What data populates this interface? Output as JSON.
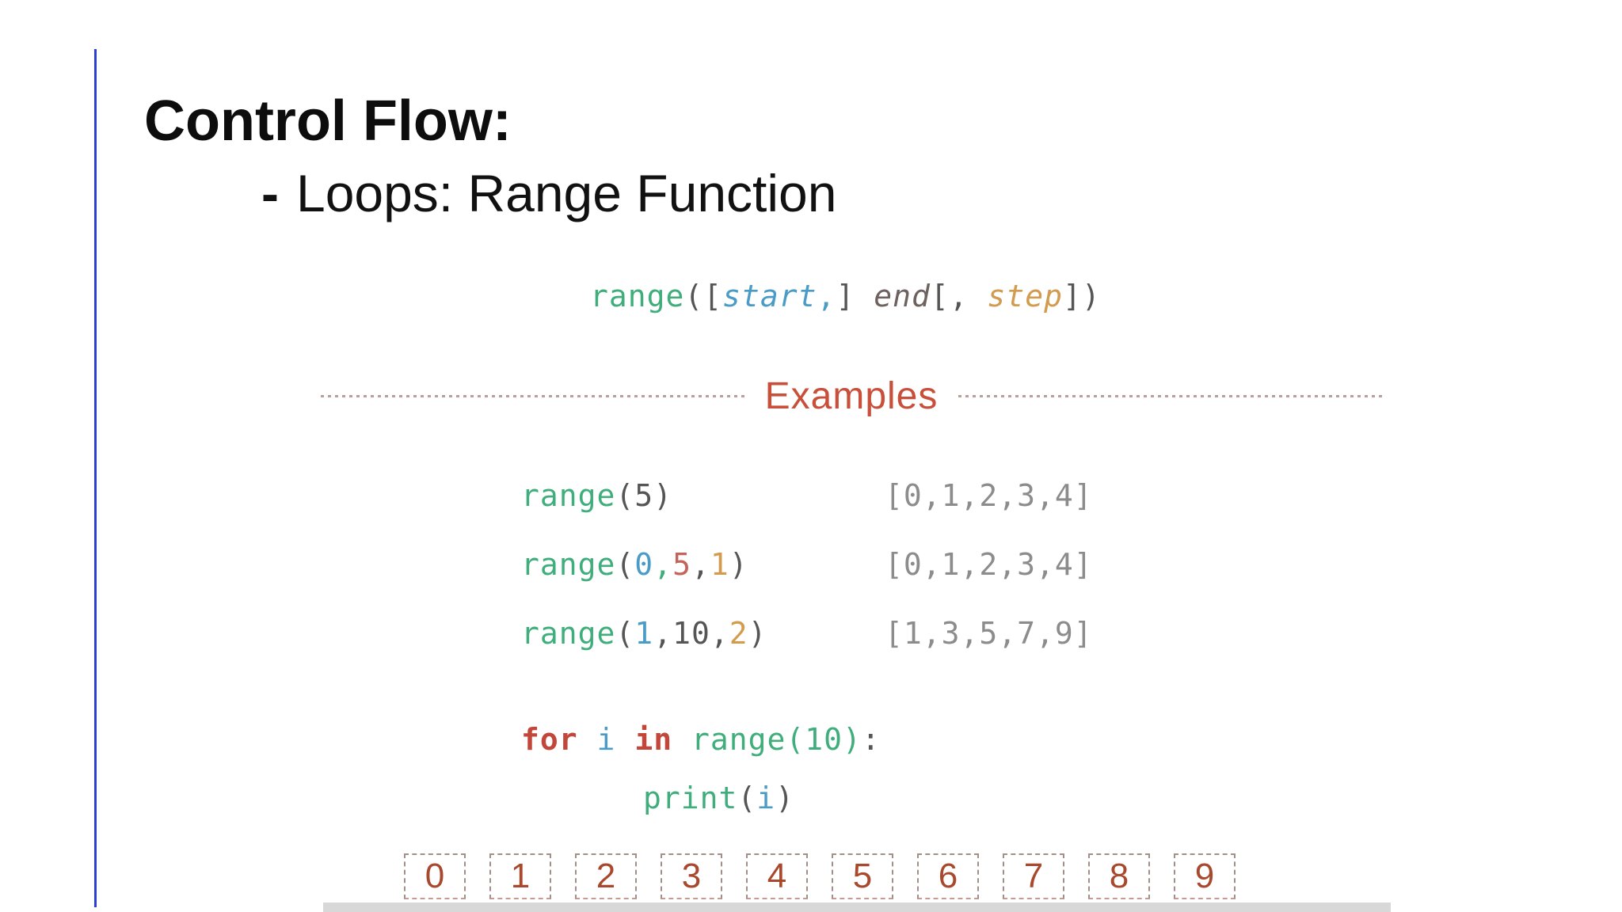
{
  "slide": {
    "title": "Control Flow:",
    "subtitle_dash": "-",
    "subtitle": "Loops: Range Function"
  },
  "colors": {
    "green": "#3fae7c",
    "blue": "#4a9cc7",
    "kw_red": "#c2473a",
    "num_red": "#c4635a",
    "orange": "#d29b4e",
    "dark": "#555555",
    "dim": "#6e6260",
    "result_gray": "#8c8c8c",
    "examples_red": "#c8503a",
    "box_digit": "#a8492e",
    "accent_blue": "#2b3fd4"
  },
  "syntax": {
    "tokens": [
      {
        "t": "range",
        "c": "green"
      },
      {
        "t": "([",
        "c": "dark"
      },
      {
        "t": "start",
        "c": "blue",
        "i": true
      },
      {
        "t": ",",
        "c": "blue"
      },
      {
        "t": "] ",
        "c": "dark"
      },
      {
        "t": "end",
        "c": "dim",
        "i": true
      },
      {
        "t": "[, ",
        "c": "dark"
      },
      {
        "t": "step",
        "c": "orange",
        "i": true
      },
      {
        "t": "])",
        "c": "dark"
      }
    ]
  },
  "examples": {
    "heading": "Examples",
    "rows": [
      {
        "call": [
          {
            "t": "range",
            "c": "green"
          },
          {
            "t": "(5)",
            "c": "dark"
          }
        ],
        "result": "[0,1,2,3,4]"
      },
      {
        "call": [
          {
            "t": "range",
            "c": "green"
          },
          {
            "t": "(",
            "c": "dark"
          },
          {
            "t": "0",
            "c": "blue"
          },
          {
            "t": ",",
            "c": "green"
          },
          {
            "t": "5",
            "c": "num_red"
          },
          {
            "t": ",",
            "c": "dark"
          },
          {
            "t": "1",
            "c": "orange"
          },
          {
            "t": ")",
            "c": "dark"
          }
        ],
        "result": "[0,1,2,3,4]"
      },
      {
        "call": [
          {
            "t": "range",
            "c": "green"
          },
          {
            "t": "(",
            "c": "dark"
          },
          {
            "t": "1",
            "c": "blue"
          },
          {
            "t": ",",
            "c": "dark"
          },
          {
            "t": "10",
            "c": "dark"
          },
          {
            "t": ",",
            "c": "dark"
          },
          {
            "t": "2",
            "c": "orange"
          },
          {
            "t": ")",
            "c": "dark"
          }
        ],
        "result": "[1,3,5,7,9]"
      }
    ]
  },
  "loop": {
    "line1": [
      {
        "t": "for",
        "c": "kw_red",
        "b": true
      },
      {
        "t": " ",
        "c": "dark"
      },
      {
        "t": "i",
        "c": "blue"
      },
      {
        "t": " ",
        "c": "dark"
      },
      {
        "t": "in",
        "c": "kw_red",
        "b": true
      },
      {
        "t": " ",
        "c": "dark"
      },
      {
        "t": "range(10)",
        "c": "green"
      },
      {
        "t": ":",
        "c": "dark"
      }
    ],
    "line2": [
      {
        "t": "print",
        "c": "green"
      },
      {
        "t": "(",
        "c": "dark"
      },
      {
        "t": "i",
        "c": "blue"
      },
      {
        "t": ")",
        "c": "dark"
      }
    ]
  },
  "boxes": [
    "0",
    "1",
    "2",
    "3",
    "4",
    "5",
    "6",
    "7",
    "8",
    "9"
  ]
}
